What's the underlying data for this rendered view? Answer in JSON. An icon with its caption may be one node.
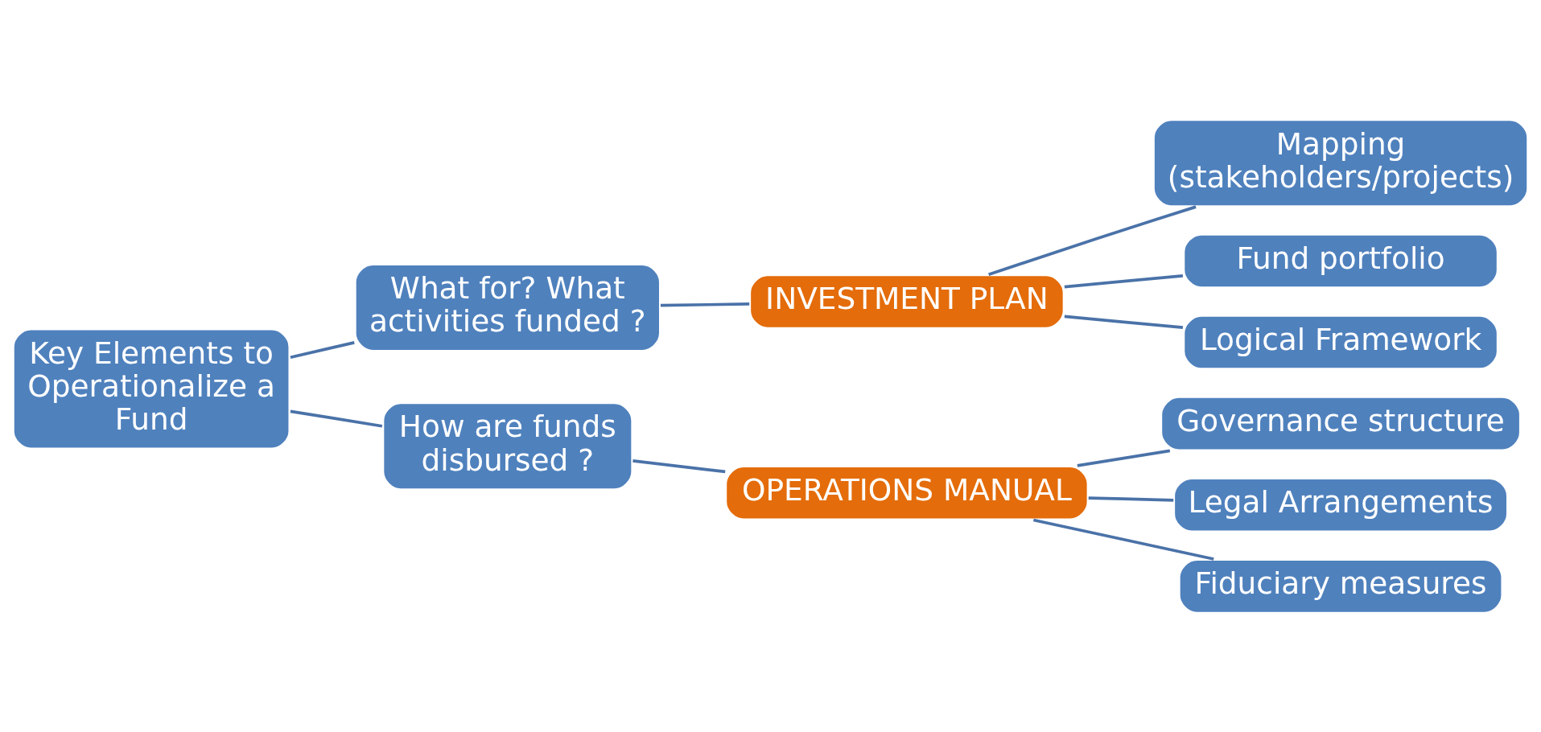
{
  "diagram": {
    "nodes": [
      {
        "text": [
          "Key Elements to Operationalize a Fund"
        ]
      },
      {
        "text": [
          "What for? What activities funded ?"
        ]
      },
      {
        "text": [
          "INVESTMENT PLAN"
        ]
      },
      {
        "text": [
          "Mapping (stakeholders/projects)"
        ]
      },
      {
        "text": [
          "Fund portfolio"
        ]
      },
      {
        "text": [
          "Logical Framework"
        ]
      },
      {
        "text": [
          "How are funds disbursed ?"
        ]
      },
      {
        "text": [
          "OPERATIONS MANUAL"
        ]
      },
      {
        "text": [
          "Governance structure"
        ]
      },
      {
        "text": [
          "Legal Arrangements"
        ]
      },
      {
        "text": [
          "Fiduciary measures"
        ]
      }
    ],
    "edges": [
      {
        "from": 0,
        "to": 1,
        "arrow": "none"
      },
      {
        "from": 1,
        "to": 2,
        "arrow": "none"
      },
      {
        "from": 2,
        "to": 3,
        "arrow": "none"
      },
      {
        "from": 2,
        "to": 4,
        "arrow": "none"
      },
      {
        "from": 2,
        "to": 5,
        "arrow": "none"
      },
      {
        "from": 0,
        "to": 6,
        "arrow": "none"
      },
      {
        "from": 6,
        "to": 7,
        "arrow": "none"
      },
      {
        "from": 7,
        "to": 8,
        "arrow": "none"
      },
      {
        "from": 7,
        "to": 9,
        "arrow": "none"
      },
      {
        "from": 7,
        "to": 10,
        "arrow": "none"
      }
    ]
  }
}
